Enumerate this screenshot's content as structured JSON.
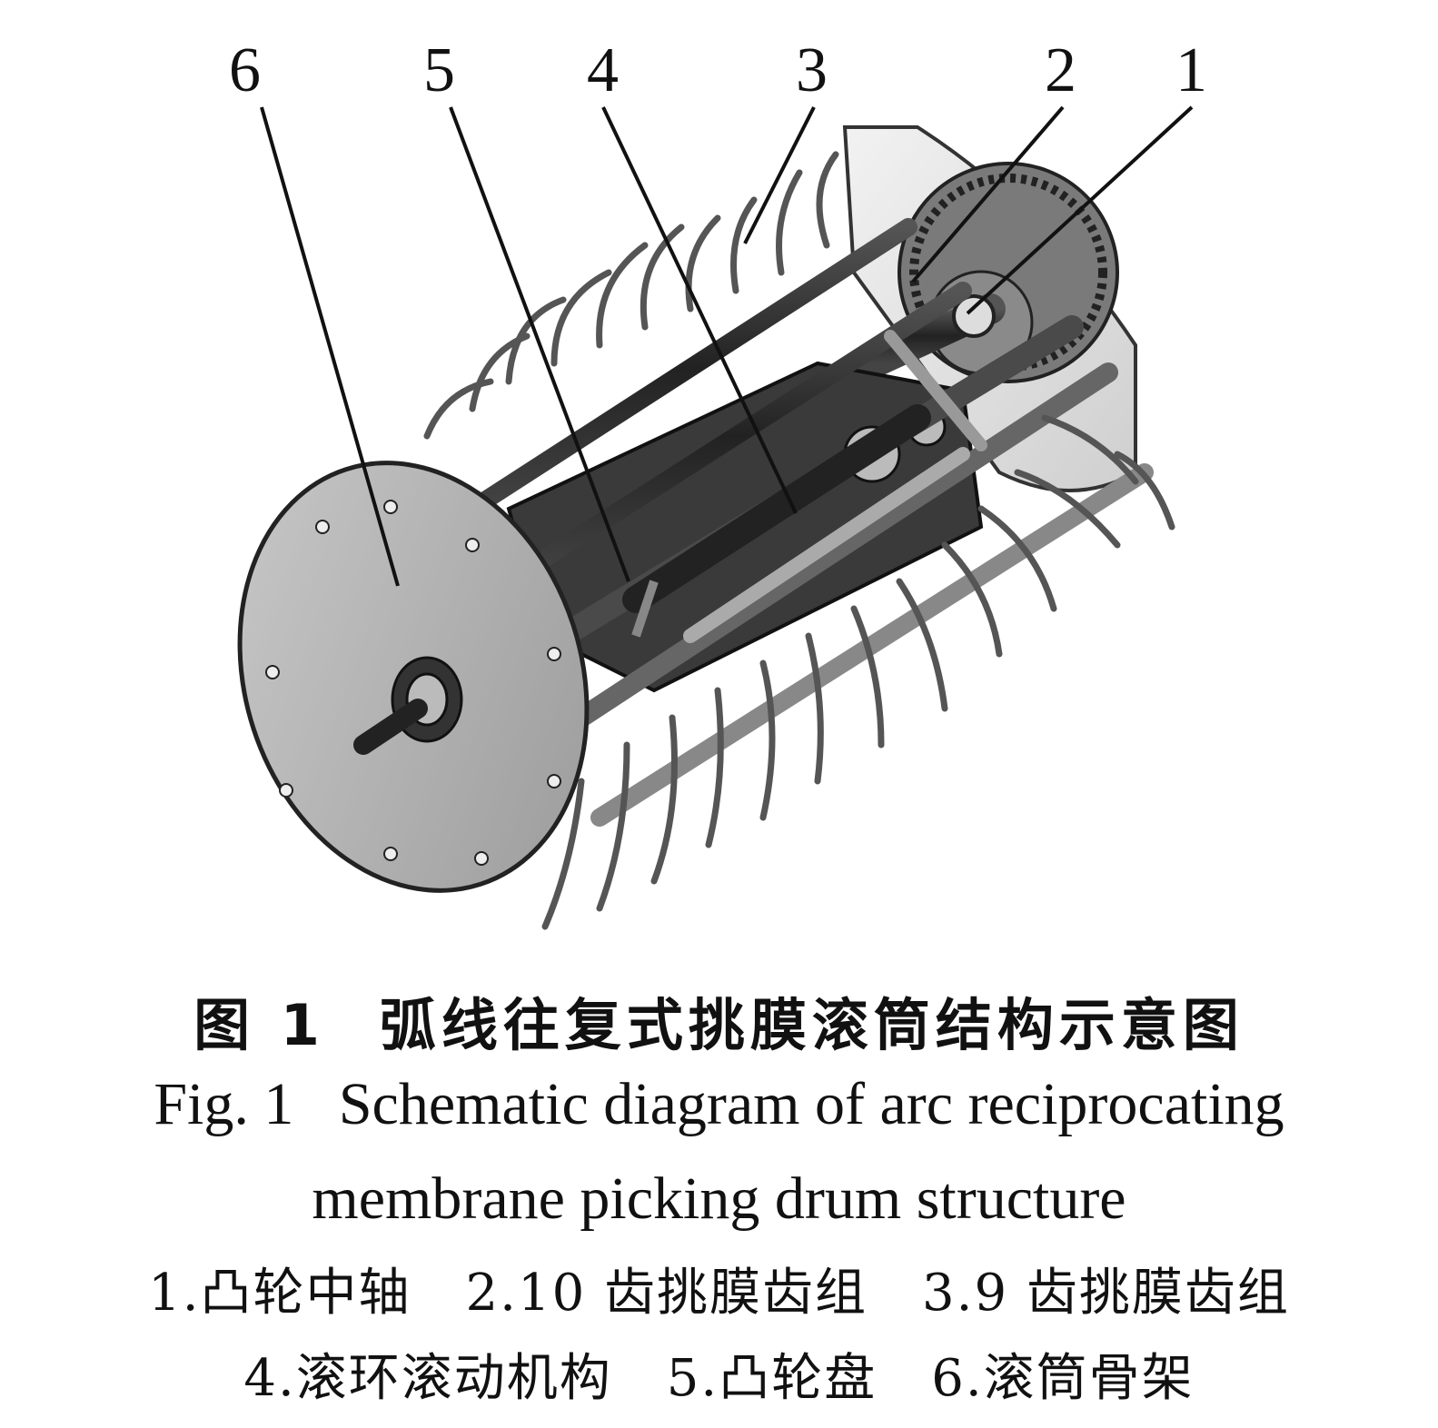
{
  "figure": {
    "callouts": [
      "6",
      "5",
      "4",
      "3",
      "2",
      "1"
    ]
  },
  "caption": {
    "cn_number": "图 1",
    "cn_title": "弧线往复式挑膜滚筒结构示意图",
    "en_line1": "Fig. 1   Schematic diagram of arc reciprocating",
    "en_line2": "membrane picking drum structure"
  },
  "legend": {
    "items": [
      "1.凸轮中轴",
      "2.10 齿挑膜齿组",
      "3.9 齿挑膜齿组",
      "4.滚环滚动机构",
      "5.凸轮盘",
      "6.滚筒骨架"
    ]
  }
}
